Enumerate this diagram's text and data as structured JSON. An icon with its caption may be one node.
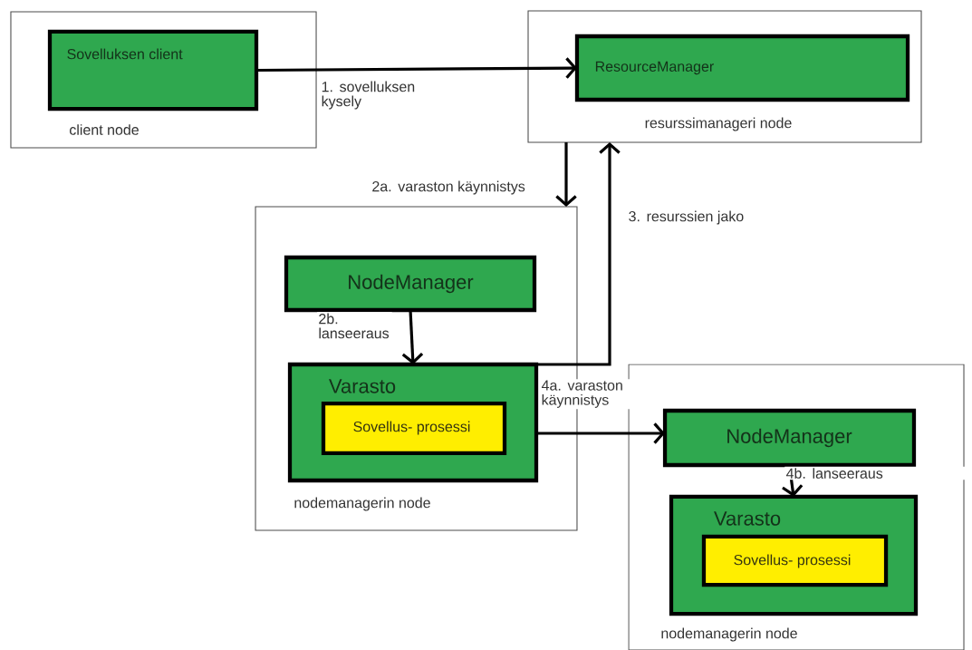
{
  "diagram": {
    "nodes": [
      {
        "text": [
          "client node"
        ]
      },
      {
        "text": [
          "Sovelluksen client"
        ],
        "in": 0
      },
      {
        "text": [
          "resurssimanageri node"
        ]
      },
      {
        "text": [
          "ResourceManager"
        ],
        "in": 2
      },
      {
        "text": [
          "nodemanagerin node"
        ]
      },
      {
        "text": [
          "NodeManager"
        ],
        "in": 4
      },
      {
        "text": [
          "Varasto"
        ],
        "in": 4
      },
      {
        "text": [
          "Sovellus- prosessi"
        ],
        "in": 6
      },
      {
        "text": [
          "nodemanagerin node"
        ]
      },
      {
        "text": [
          "NodeManager"
        ],
        "in": 8
      },
      {
        "text": [
          "Varasto"
        ],
        "in": 8
      },
      {
        "text": [
          "Sovellus- prosessi"
        ],
        "in": 10
      }
    ],
    "edges": [
      {
        "from": 1,
        "to": 3,
        "arrow": "to",
        "label": "1. sovelluksen kysely"
      },
      {
        "from": 2,
        "to": 4,
        "arrow": "to",
        "label": "2a. varaston käynnistys"
      },
      {
        "from": 5,
        "to": 6,
        "arrow": "to",
        "label": "2b. lanseeraus"
      },
      {
        "from": 6,
        "to": 2,
        "arrow": "to",
        "label": "3. resurssien jako"
      },
      {
        "from": 6,
        "to": 9,
        "arrow": "to",
        "label": "4a. varaston käynnistys"
      },
      {
        "from": 9,
        "to": 10,
        "arrow": "to",
        "label": "4b. lanseeraus"
      }
    ]
  }
}
